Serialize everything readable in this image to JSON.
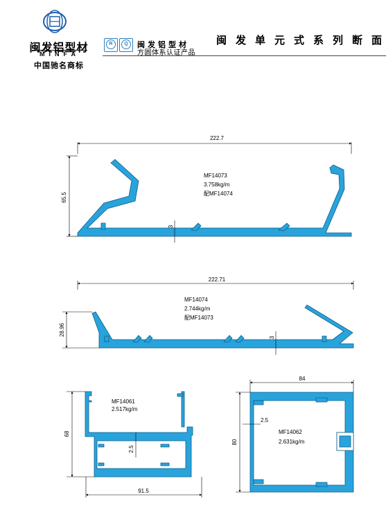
{
  "header": {
    "brand": "闽发铝型材",
    "brand_latin": "MINFA",
    "slogan": "中国驰名商标",
    "cert_brand": "闽发铝型材",
    "cert_text": "方圆体系认证产品",
    "cert_badges": [
      "R",
      "Q"
    ],
    "title": "闽发单元式系列断面",
    "accent_color": "#29a3dc"
  },
  "profiles": [
    {
      "code": "MF14073",
      "weight": "3.758kg/m",
      "pair": "配MF14074",
      "width": "222.7",
      "height": "65.5",
      "wall": "3"
    },
    {
      "code": "MF14074",
      "weight": "2.744kg/m",
      "pair": "配MF14073",
      "width": "222.71",
      "height": "28.96",
      "wall": "3"
    },
    {
      "code": "MF14061",
      "weight": "2.517kg/m",
      "width": "91.5",
      "height": "68",
      "wall": "2.5"
    },
    {
      "code": "MF14062",
      "weight": "2.631kg/m",
      "width": "84",
      "height": "80",
      "wall": "2.5"
    }
  ]
}
